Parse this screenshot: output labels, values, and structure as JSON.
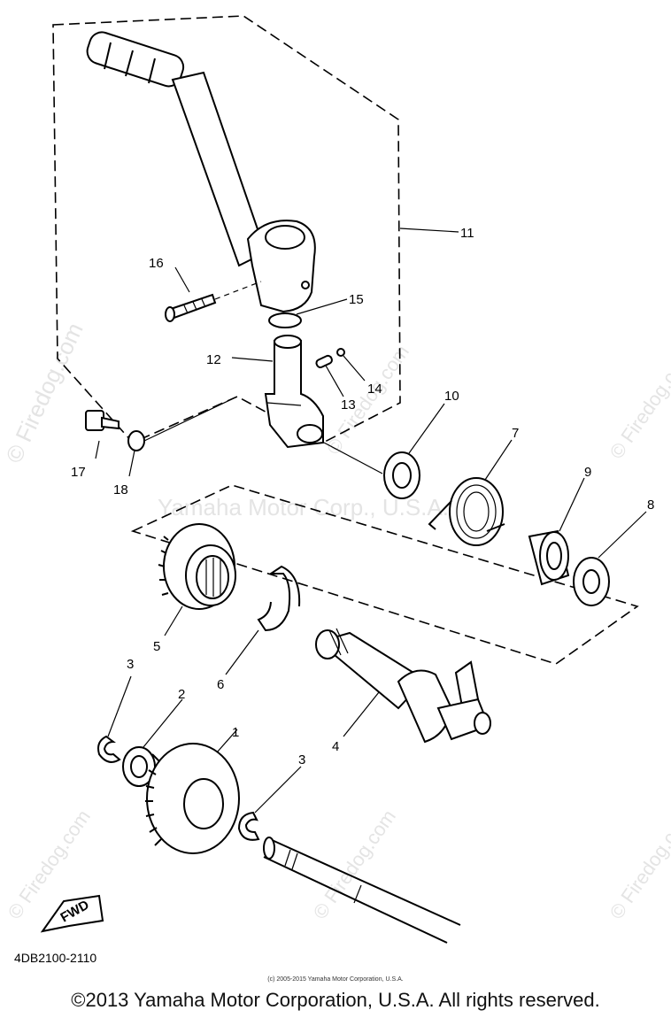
{
  "watermarks": {
    "firedog": "© Firedog.com",
    "center": "Yamaha Motor Corp., U.S.A."
  },
  "callouts": [
    {
      "id": "1",
      "text": "1"
    },
    {
      "id": "2",
      "text": "2"
    },
    {
      "id": "3a",
      "text": "3"
    },
    {
      "id": "3b",
      "text": "3"
    },
    {
      "id": "4",
      "text": "4"
    },
    {
      "id": "5",
      "text": "5"
    },
    {
      "id": "6",
      "text": "6"
    },
    {
      "id": "7",
      "text": "7"
    },
    {
      "id": "8",
      "text": "8"
    },
    {
      "id": "9",
      "text": "9"
    },
    {
      "id": "10",
      "text": "10"
    },
    {
      "id": "11",
      "text": "11"
    },
    {
      "id": "12",
      "text": "12"
    },
    {
      "id": "13",
      "text": "13"
    },
    {
      "id": "14",
      "text": "14"
    },
    {
      "id": "15",
      "text": "15"
    },
    {
      "id": "16",
      "text": "16"
    },
    {
      "id": "17",
      "text": "17"
    },
    {
      "id": "18",
      "text": "18"
    }
  ],
  "fwd_label": "FWD",
  "diagram_code": "4DB2100-2110",
  "small_copyright": "(c) 2005-2015 Yamaha Motor Corporation, U.S.A.",
  "footer_copyright": "©2013 Yamaha Motor Corporation, U.S.A. All rights reserved."
}
